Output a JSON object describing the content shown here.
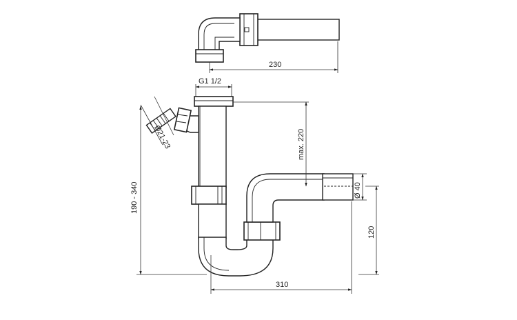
{
  "dimensions": {
    "top_length": "230",
    "thread": "G1 1/2",
    "depth_max": "max. 220",
    "hose_diameter": "Ø21-23",
    "height_range": "190 - 340",
    "outlet_diameter": "Ø 40",
    "outlet_height": "120",
    "width": "310"
  },
  "colors": {
    "line": "#222222",
    "background": "#ffffff"
  }
}
